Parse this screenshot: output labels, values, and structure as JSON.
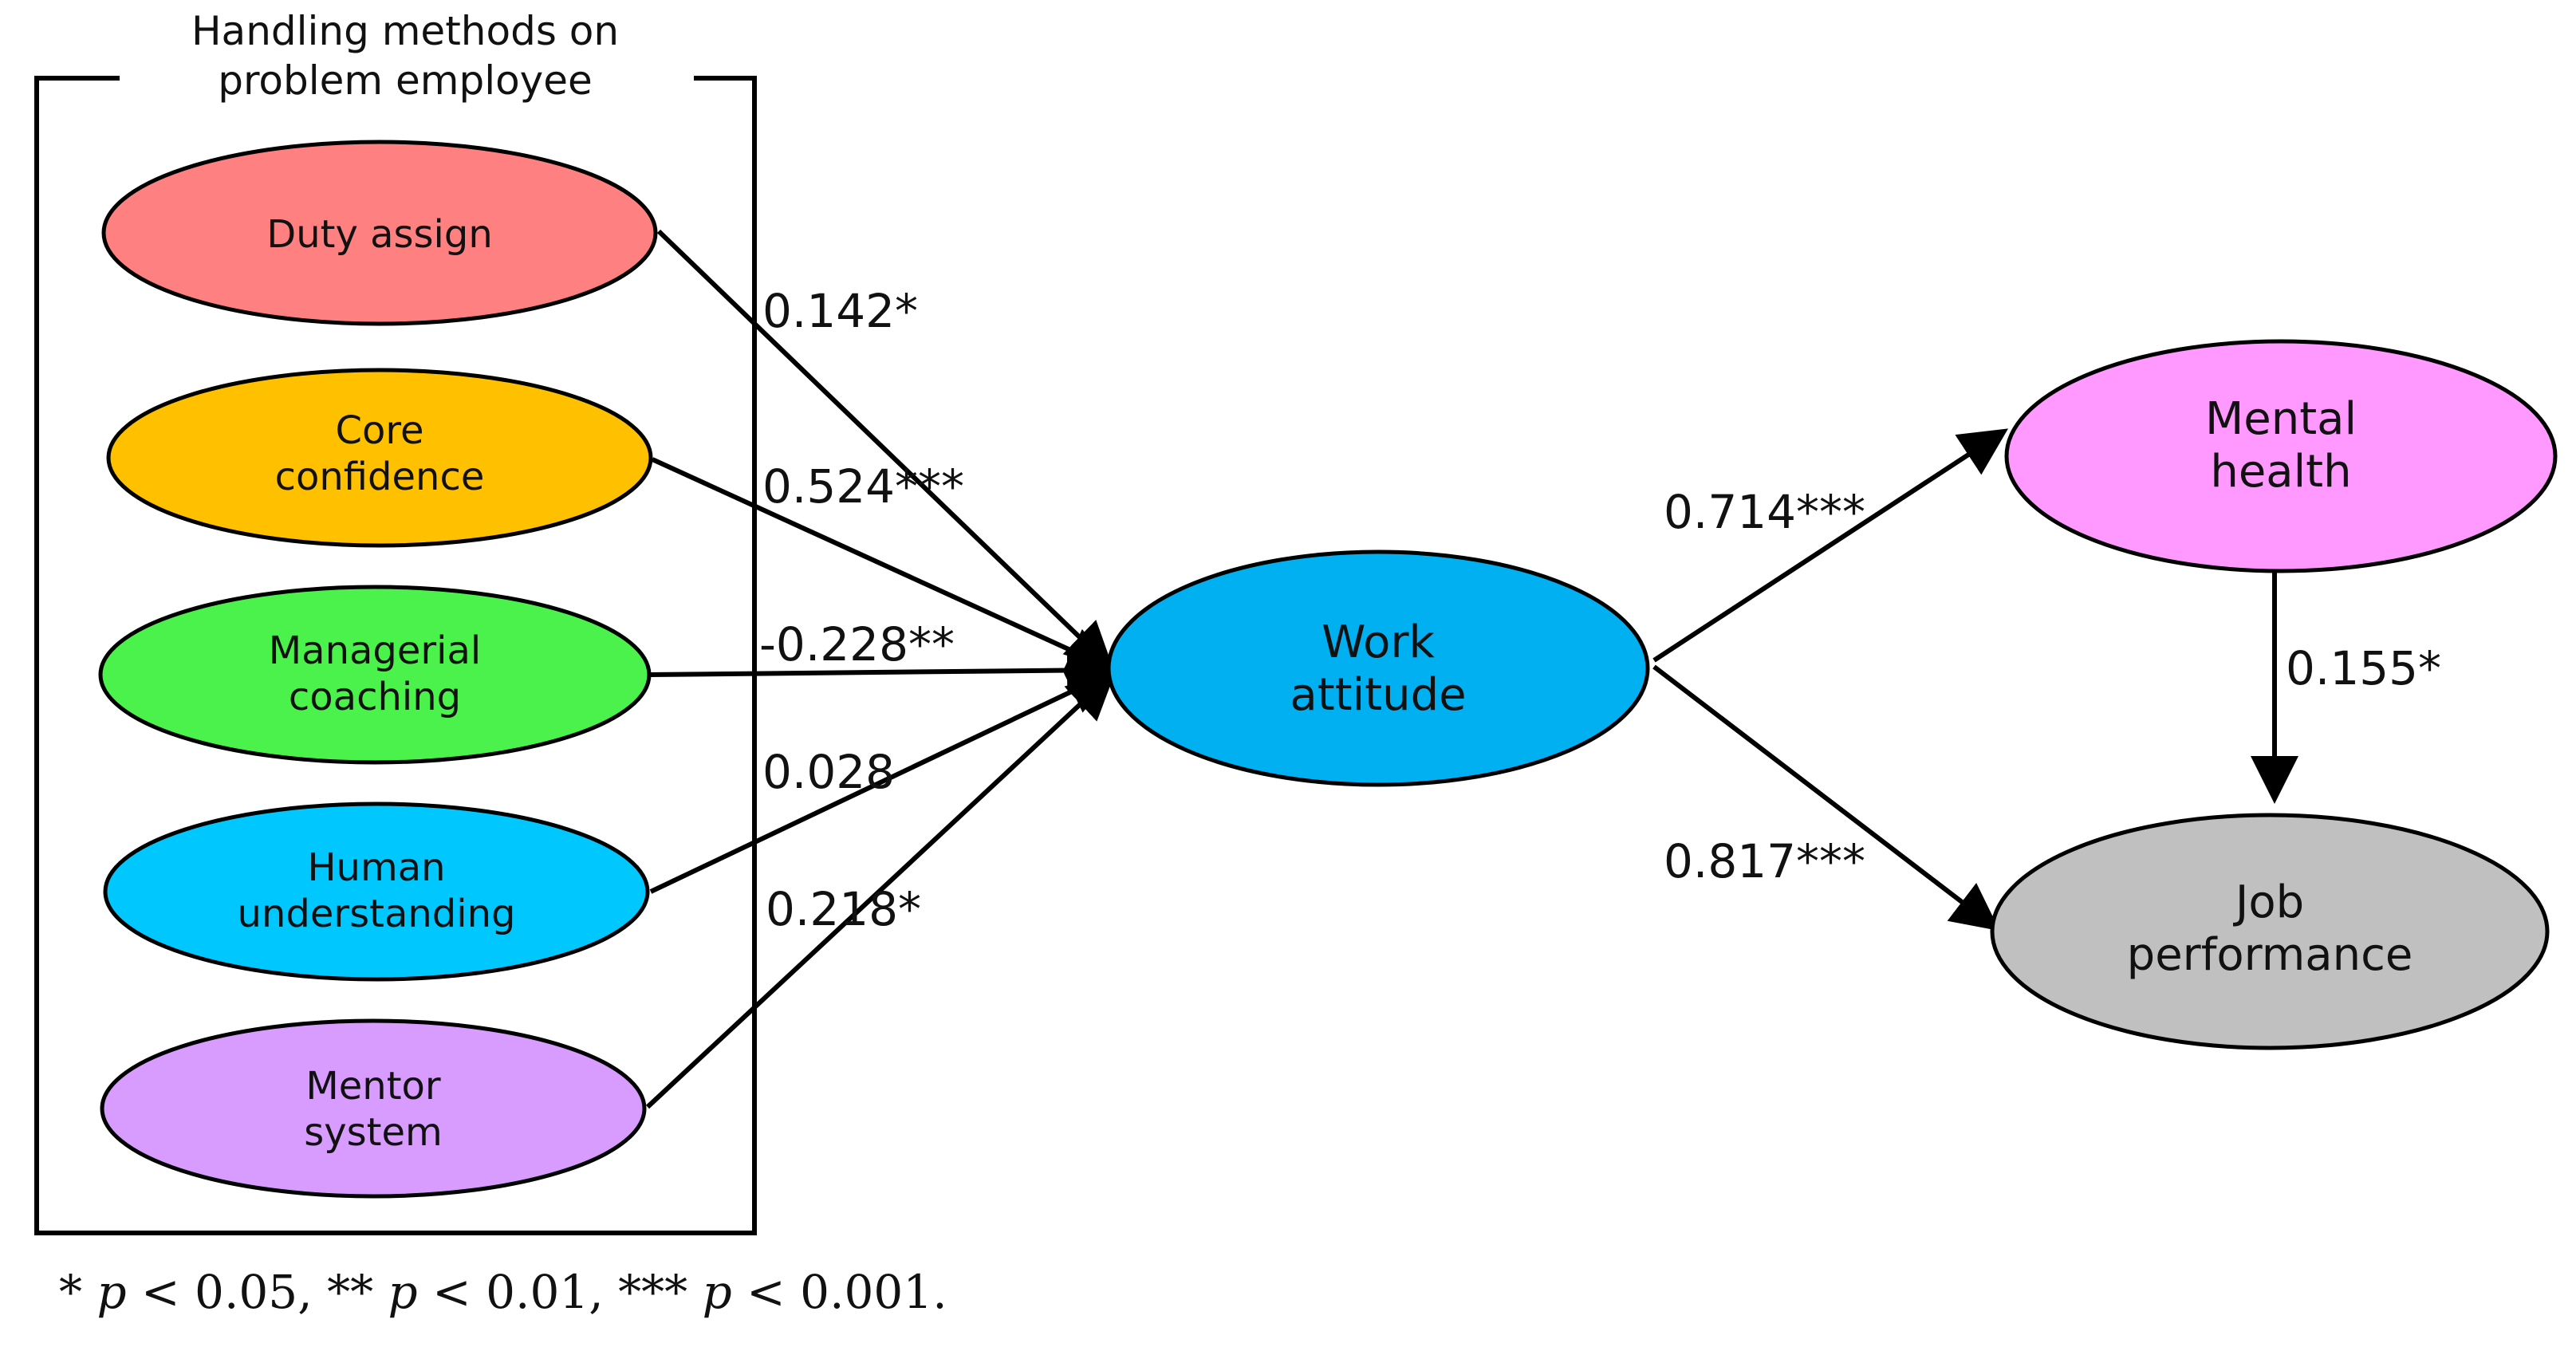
{
  "group": {
    "title_line1": "Handling methods on",
    "title_line2": "problem employee"
  },
  "nodes": {
    "duty_assign": {
      "line1": "Duty assign",
      "color": "#FF8080"
    },
    "core_confidence": {
      "line1": "Core",
      "line2": "confidence",
      "color": "#FFC000"
    },
    "managerial_coaching": {
      "line1": "Managerial",
      "line2": "coaching",
      "color": "#4CF24C"
    },
    "human_understanding": {
      "line1": "Human",
      "line2": "understanding",
      "color": "#00C8FF"
    },
    "mentor_system": {
      "line1": "Mentor",
      "line2": "system",
      "color": "#D89BFF"
    },
    "work_attitude": {
      "line1": "Work",
      "line2": "attitude",
      "color": "#00B0F0"
    },
    "mental_health": {
      "line1": "Mental",
      "line2": "health",
      "color": "#FF99FF"
    },
    "job_performance": {
      "line1": "Job",
      "line2": "performance",
      "color": "#C0C0C0"
    }
  },
  "coefficients": {
    "duty_assign": "0.142*",
    "core_confidence": "0.524***",
    "managerial_coaching": "-0.228**",
    "human_understanding": "0.028",
    "mentor_system": "0.218*",
    "work_to_mental": "0.714***",
    "work_to_job": "0.817***",
    "mental_to_job": "0.155*"
  },
  "footnote": {
    "part1": "* ",
    "p1": "p",
    "part2": " < 0.05, ** ",
    "p2": "p",
    "part3": " < 0.01, *** ",
    "p3": "p",
    "part4": " < 0.001."
  }
}
